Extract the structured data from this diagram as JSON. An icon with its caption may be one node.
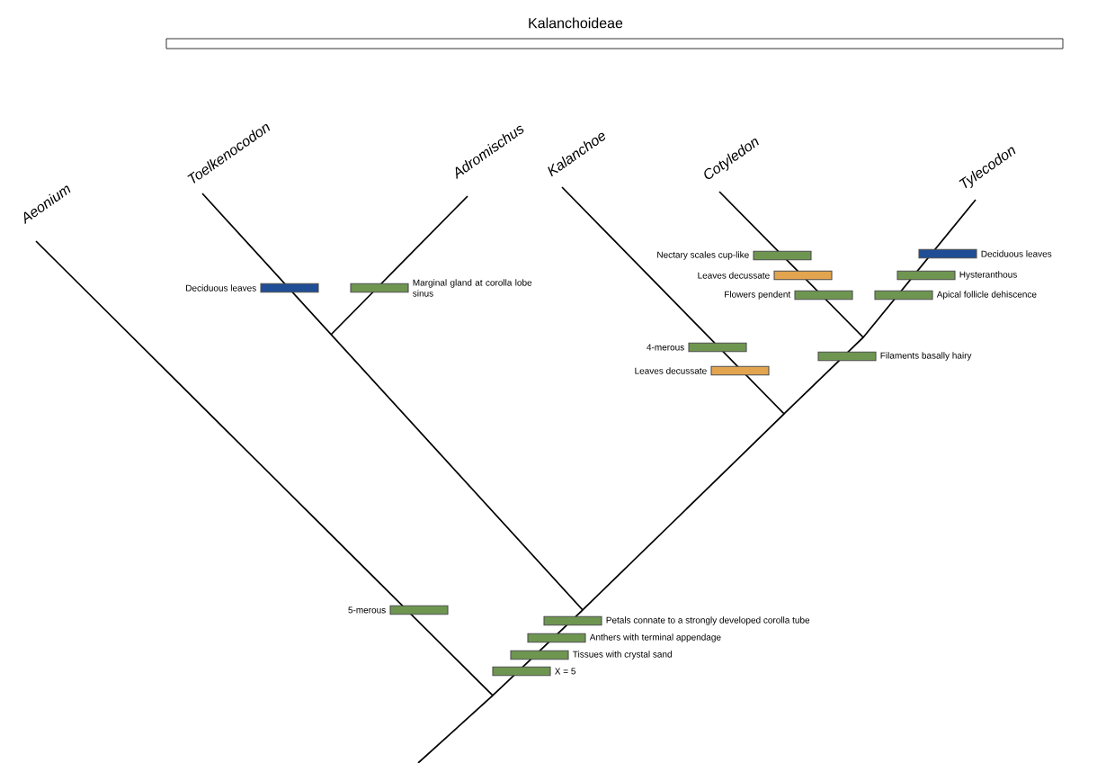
{
  "diagram": {
    "labels": [
      "Kalanchoideae",
      "Aeonium",
      "Toelkenocodon",
      "Adromischus",
      "Kalanchoe",
      "Cotyledon",
      "Tylecodon"
    ],
    "nodes": [
      {
        "text": [],
        "shape": "bar",
        "beside": [
          "Deciduous leaves"
        ]
      },
      {
        "text": [],
        "shape": "bar",
        "beside": [
          "Nectary scales cup-like"
        ]
      },
      {
        "text": [],
        "shape": "bar",
        "beside": [
          "Leaves decussate"
        ]
      },
      {
        "text": [],
        "shape": "bar",
        "beside": [
          "Hysteranthous"
        ]
      },
      {
        "text": [],
        "shape": "bar",
        "beside": [
          "Deciduous leaves"
        ]
      },
      {
        "text": [],
        "shape": "bar",
        "beside": [
          "Marginal gland at corolla lobe sinus"
        ]
      },
      {
        "text": [],
        "shape": "bar",
        "beside": [
          "Flowers pendent"
        ]
      },
      {
        "text": [],
        "shape": "bar",
        "beside": [
          "Apical follicle dehiscence"
        ]
      },
      {
        "text": [],
        "shape": "bar",
        "beside": [
          "4-merous"
        ]
      },
      {
        "text": [],
        "shape": "bar",
        "beside": [
          "Filaments basally hairy"
        ]
      },
      {
        "text": [],
        "shape": "bar",
        "beside": [
          "Leaves decussate"
        ]
      },
      {
        "text": [],
        "shape": "bar",
        "beside": [
          "5-merous"
        ]
      },
      {
        "text": [],
        "shape": "bar",
        "beside": [
          "Petals connate to a strongly developed corolla tube"
        ]
      },
      {
        "text": [],
        "shape": "bar",
        "beside": [
          "Anthers with terminal appendage"
        ]
      },
      {
        "text": [],
        "shape": "bar",
        "beside": [
          "Tissues with crystal sand"
        ]
      },
      {
        "text": [],
        "shape": "bar",
        "beside": [
          "X = 5"
        ]
      }
    ]
  }
}
